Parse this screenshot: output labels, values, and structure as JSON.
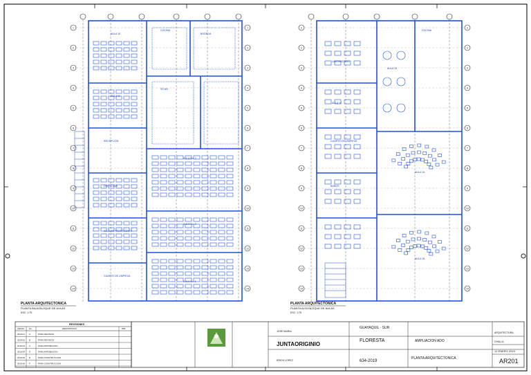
{
  "sheet": {
    "plans": [
      {
        "title": "PLANTA ARQUITECTONICA",
        "subtitle": "PLANTA BAJA BLOQUE DE AULAS",
        "scale": "ESC: 1:75",
        "rooms": [
          {
            "label": "AULA 10"
          },
          {
            "label": "AULA 11"
          },
          {
            "label": "COCINA"
          },
          {
            "label": "BODEGA"
          },
          {
            "label": "SS.HH"
          },
          {
            "label": "AULA No. 3"
          },
          {
            "label": "AULA No. 2"
          },
          {
            "label": "AULA No. 1"
          },
          {
            "label": "RECEPCION"
          },
          {
            "label": "DIRECCION"
          },
          {
            "label": "SALA DE PROFESORES"
          },
          {
            "label": "CUARTO DE LIMPIEZA"
          }
        ]
      },
      {
        "title": "PLANTA ARQUITECTONICA",
        "subtitle": "PLANTA ALTA BLOQUE DE AULAS",
        "scale": "ESC: 1:75",
        "rooms": [
          {
            "label": "COCINA"
          },
          {
            "label": "LABORATORIO"
          },
          {
            "label": "AULA 12"
          },
          {
            "label": "AULA 13"
          },
          {
            "label": "CUARTO DE LIMPIEZA"
          },
          {
            "label": "BAÑOS"
          },
          {
            "label": "AULA 14"
          },
          {
            "label": "AULA 15"
          }
        ]
      }
    ],
    "revisions_title": "REVISIONES",
    "revisions_header": [
      "FECHA",
      "No.",
      "DESCRIPCION",
      "DIB."
    ],
    "revisions": [
      [
        "2019-01",
        "A",
        "PARA REVISION",
        ""
      ],
      [
        "2019-02",
        "B",
        "PARA REVISION",
        ""
      ],
      [
        "2019-03",
        "C",
        "PARA APROBACION",
        ""
      ],
      [
        "2019-04",
        "D",
        "PARA APROBACION",
        ""
      ],
      [
        "2019-05",
        "E",
        "PARA CONSTRUCCION",
        ""
      ],
      [
        "2019-06",
        "F",
        "PARA CONSTRUCCION",
        ""
      ]
    ],
    "title_block": {
      "firm": "JUNTAORIGINIO",
      "location": "GUAYAQUIL - SUR",
      "project": "FLORESTA",
      "description": "AMPLIACION ADO",
      "sheet_name": "PLANTA ARQUITECTONICA",
      "date": "12 ENERO 2019",
      "sheet_number": "AR201",
      "code": "634-2019",
      "responsible_1": "JOSE MARIA",
      "responsible_2": "ERICK LOPEZ",
      "discipline": "ARQUITECTURA",
      "phase": "CHALLA"
    },
    "grid_rows": [
      "1",
      "2",
      "3",
      "4",
      "5",
      "6",
      "7",
      "8",
      "9",
      "10",
      "11",
      "12",
      "13",
      "14"
    ],
    "colors": {
      "blue": "#1e4fe0",
      "line": "#222222"
    }
  }
}
